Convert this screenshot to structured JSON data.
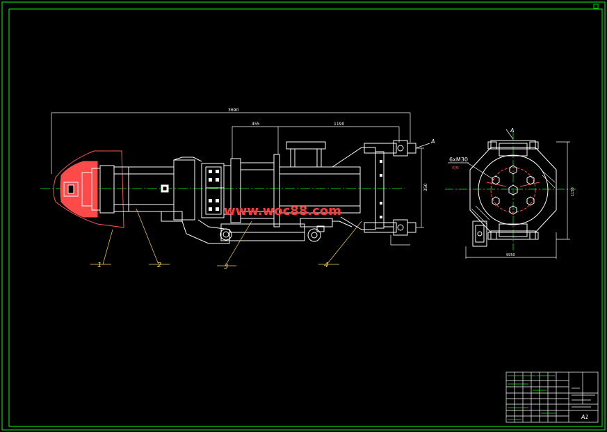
{
  "colors": {
    "background": "#000000",
    "frame": "#00ff00",
    "outline": "#ffffff",
    "centerline": "#00ff00",
    "cut_section": "#ff5555",
    "dimension": "#ffffff",
    "leader": "#ffd35a",
    "watermark": "#ff3a3a"
  },
  "drawing": {
    "dims": {
      "overall_length": "3690",
      "seg_left": "455",
      "seg_right": "1190",
      "height_right": "350",
      "end_view_width": "9950",
      "end_view_height": "1150"
    },
    "view_label": "A",
    "thread_note": "6xM30",
    "thread_note_sub": "均布",
    "part_numbers": [
      "1",
      "2",
      "3",
      "4"
    ],
    "watermark": "www.woc88.com"
  },
  "title_block": {
    "sheet_label": "A1"
  }
}
